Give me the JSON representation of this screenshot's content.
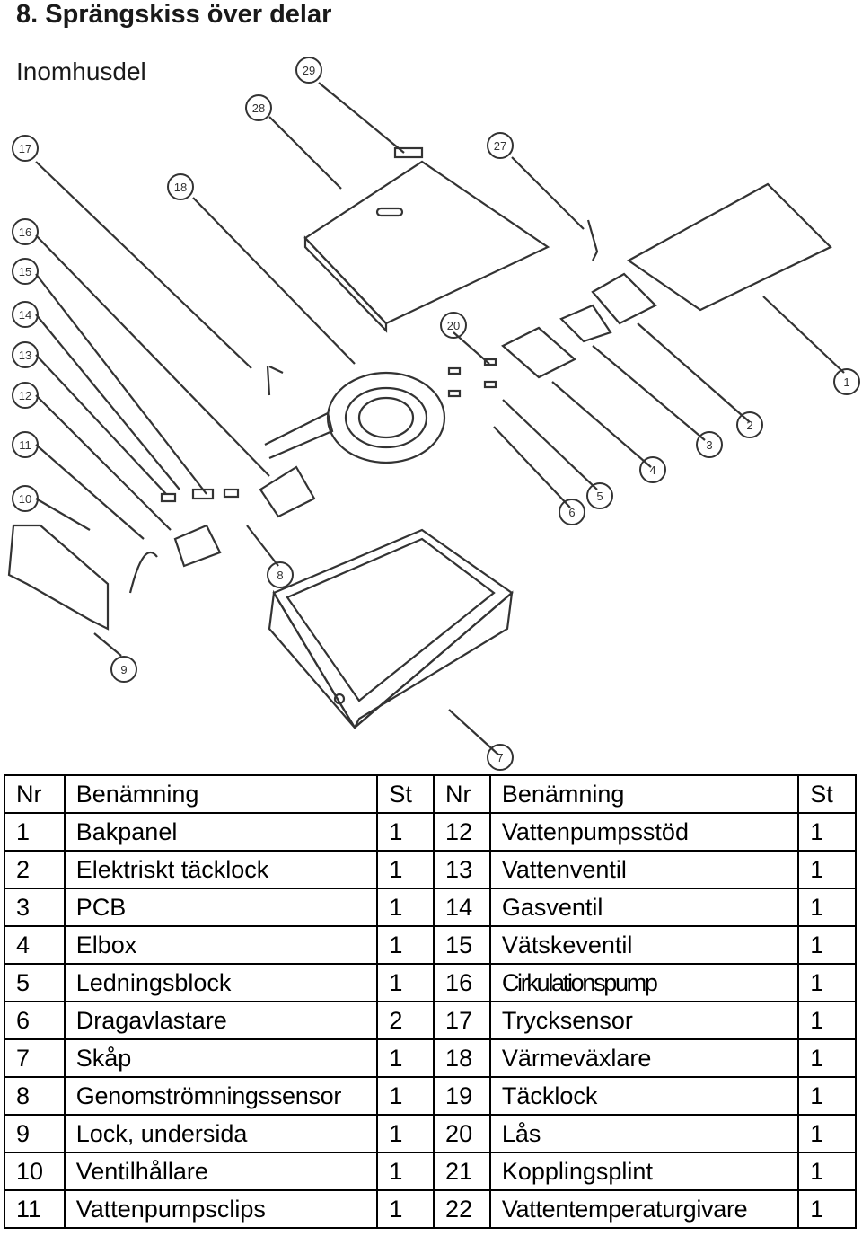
{
  "heading": "8. Sprängskiss över delar",
  "subheading": "Inomhusdel",
  "diagram": {
    "callouts": [
      "29",
      "28",
      "17",
      "27",
      "18",
      "16",
      "15",
      "14",
      "13",
      "12",
      "11",
      "10",
      "9",
      "8",
      "7",
      "6",
      "5",
      "4",
      "3",
      "2",
      "1",
      "20"
    ]
  },
  "table": {
    "headers": [
      "Nr",
      "Benämning",
      "St",
      "Nr",
      "Benämning",
      "St"
    ],
    "rows": [
      [
        "1",
        "Bakpanel",
        "1",
        "12",
        "Vattenpumpsstöd",
        "1"
      ],
      [
        "2",
        "Elektriskt täcklock",
        "1",
        "13",
        "Vattenventil",
        "1"
      ],
      [
        "3",
        "PCB",
        "1",
        "14",
        "Gasventil",
        "1"
      ],
      [
        "4",
        "Elbox",
        "1",
        "15",
        "Vätskeventil",
        "1"
      ],
      [
        "5",
        "Ledningsblock",
        "1",
        "16",
        "Cirkulationspump",
        "1"
      ],
      [
        "6",
        "Dragavlastare",
        "2",
        "17",
        "Trycksensor",
        "1"
      ],
      [
        "7",
        "Skåp",
        "1",
        "18",
        "Värmeväxlare",
        "1"
      ],
      [
        "8",
        "Genomströmningssensor",
        "1",
        "19",
        "Täcklock",
        "1"
      ],
      [
        "9",
        "Lock, undersida",
        "1",
        "20",
        "Lås",
        "1"
      ],
      [
        "10",
        "Ventilhållare",
        "1",
        "21",
        "Kopplingsplint",
        "1"
      ],
      [
        "11",
        "Vattenpumpsclips",
        "1",
        "22",
        "Vattentemperaturgivare",
        "1"
      ]
    ]
  }
}
